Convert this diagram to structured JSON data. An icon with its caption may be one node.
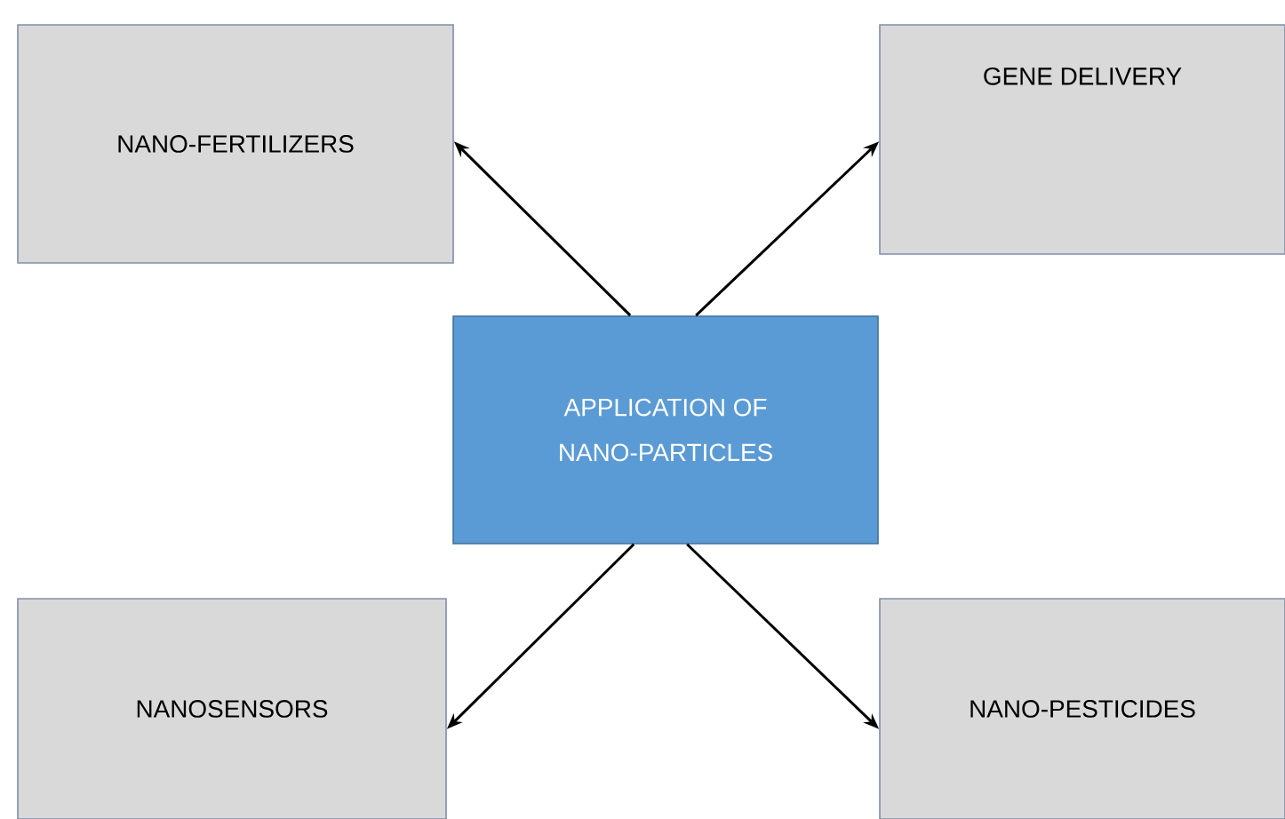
{
  "diagram": {
    "nodes": [
      {
        "text": [
          "APPLICATION OF NANO-PARTICLES"
        ]
      },
      {
        "text": [
          "NANO-FERTILIZERS"
        ]
      },
      {
        "text": [
          "GENE DELIVERY"
        ]
      },
      {
        "text": [
          "NANOSENSORS"
        ]
      },
      {
        "text": [
          "NANO-PESTICIDES"
        ]
      }
    ],
    "edges": [
      {
        "from": 0,
        "to": 1,
        "arrow": "to"
      },
      {
        "from": 0,
        "to": 2,
        "arrow": "to"
      },
      {
        "from": 0,
        "to": 3,
        "arrow": "to"
      },
      {
        "from": 0,
        "to": 4,
        "arrow": "to"
      }
    ]
  }
}
